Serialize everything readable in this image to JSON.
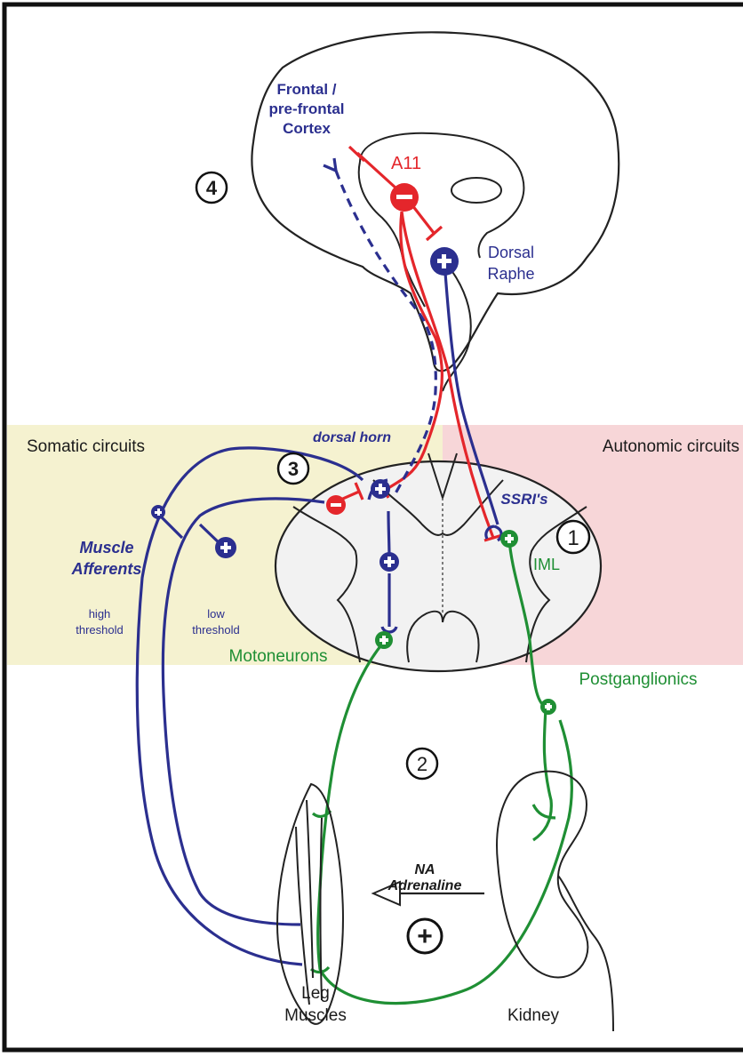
{
  "regions": {
    "somatic": "Somatic circuits",
    "autonomic": "Autonomic circuits"
  },
  "labels": {
    "cortex_1": "Frontal /",
    "cortex_2": "pre-frontal",
    "cortex_3": "Cortex",
    "a11": "A11",
    "dorsal_raphe_1": "Dorsal",
    "dorsal_raphe_2": "Raphe",
    "dorsal_horn": "dorsal horn",
    "ssri": "SSRI's",
    "iml": "IML",
    "muscle_afferents_1": "Muscle",
    "muscle_afferents_2": "Afferents",
    "high_threshold_1": "high",
    "high_threshold_2": "threshold",
    "low_threshold_1": "low",
    "low_threshold_2": "threshold",
    "motoneurons": "Motoneurons",
    "postganglionics": "Postganglionics",
    "na": "NA",
    "adrenaline": "Adrenaline",
    "leg_muscles_1": "Leg",
    "leg_muscles_2": "Muscles",
    "kidney": "Kidney"
  },
  "markers": {
    "one": "1",
    "two": "2",
    "three": "3",
    "four": "4",
    "plus": "+",
    "minus": "−"
  },
  "colors": {
    "region_somatic": "#f5f2d0",
    "region_autonomic": "#f7d6d8",
    "dopamine_red": "#e4262b",
    "serotonin_blue": "#2b2f8f",
    "efferent_green": "#1f8f34"
  }
}
